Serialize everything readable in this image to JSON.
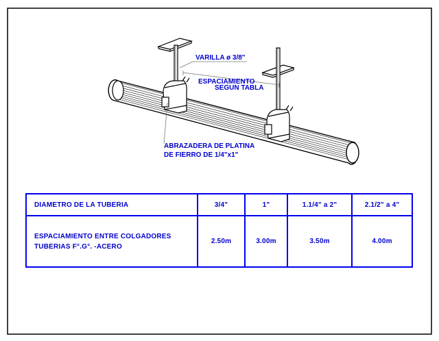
{
  "drawing": {
    "labels": {
      "varilla": "VARILLA ø 3/8\"",
      "espaciamiento_1": "ESPACIAMIENTO",
      "espaciamiento_2": "SEGUN TABLA",
      "abrazadera_1": "ABRAZADERA DE PLATINA",
      "abrazadera_2": "DE FIERRO DE 1/4\"x1\""
    },
    "colors": {
      "line": "#000000",
      "text": "#0000cc",
      "table_border": "#0000ee",
      "dimension": "#777777"
    }
  },
  "table": {
    "row1": {
      "header": "DIAMETRO DE LA TUBERIA",
      "values": [
        "3/4\"",
        "1\"",
        "1.1/4\" a 2\"",
        "2.1/2\" a 4\""
      ]
    },
    "row2": {
      "header_line1": "ESPACIAMIENTO ENTRE COLGADORES",
      "header_line2": "TUBERIAS F°.G°. -ACERO",
      "values": [
        "2.50m",
        "3.00m",
        "3.50m",
        "4.00m"
      ]
    }
  }
}
